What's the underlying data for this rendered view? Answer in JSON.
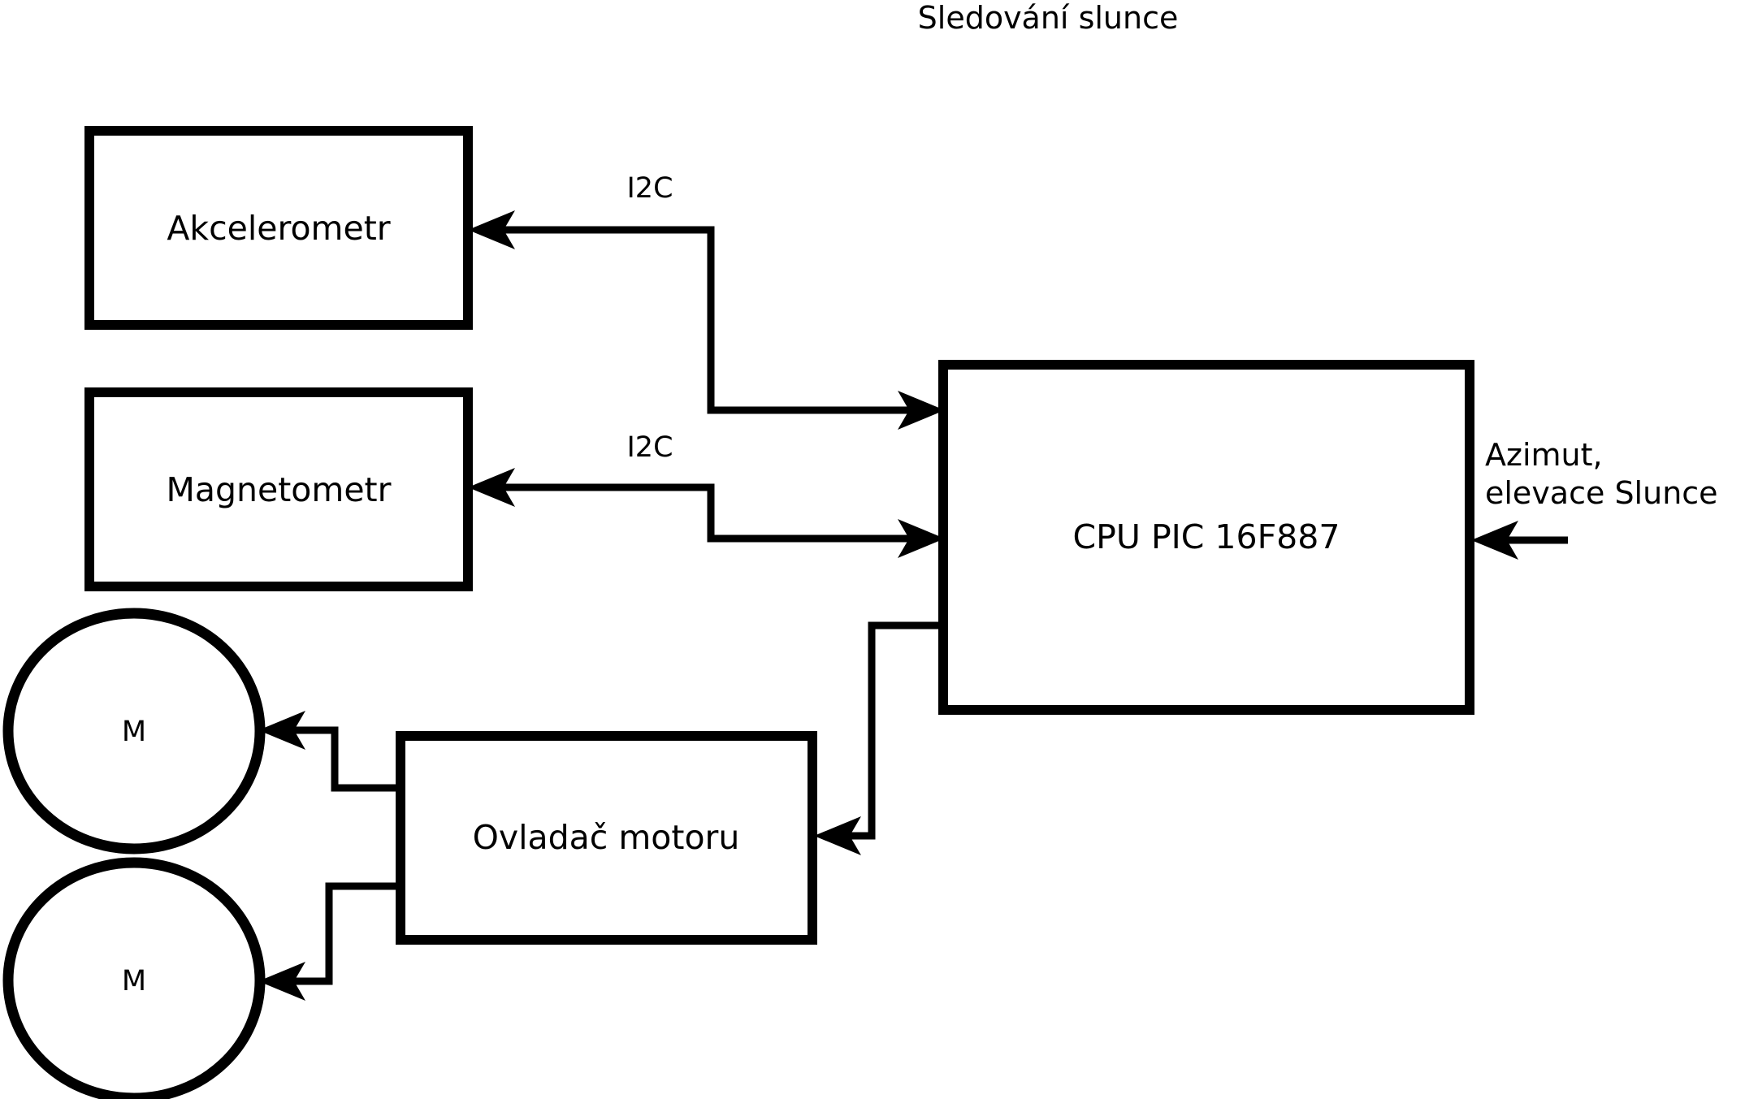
{
  "diagram": {
    "title": "Sledování slunce",
    "blocks": [
      {
        "id": "accelerometer",
        "label": "Akcelerometr"
      },
      {
        "id": "magnetometer",
        "label": "Magnetometr"
      },
      {
        "id": "cpu",
        "label": "CPU PIC 16F887"
      },
      {
        "id": "motor_driver",
        "label": "Ovladač motoru"
      },
      {
        "id": "motor_1",
        "label": "M"
      },
      {
        "id": "motor_2",
        "label": "M"
      }
    ],
    "connection_labels": {
      "i2c_accelerometer": "I2C",
      "i2c_magnetometer": "I2C"
    },
    "io_labels": {
      "sun_input_line1": "Azimut,",
      "sun_input_line2": "elevace Slunce"
    },
    "colors": {
      "stroke": "#000000",
      "fill": "#ffffff",
      "text": "#000000"
    }
  }
}
